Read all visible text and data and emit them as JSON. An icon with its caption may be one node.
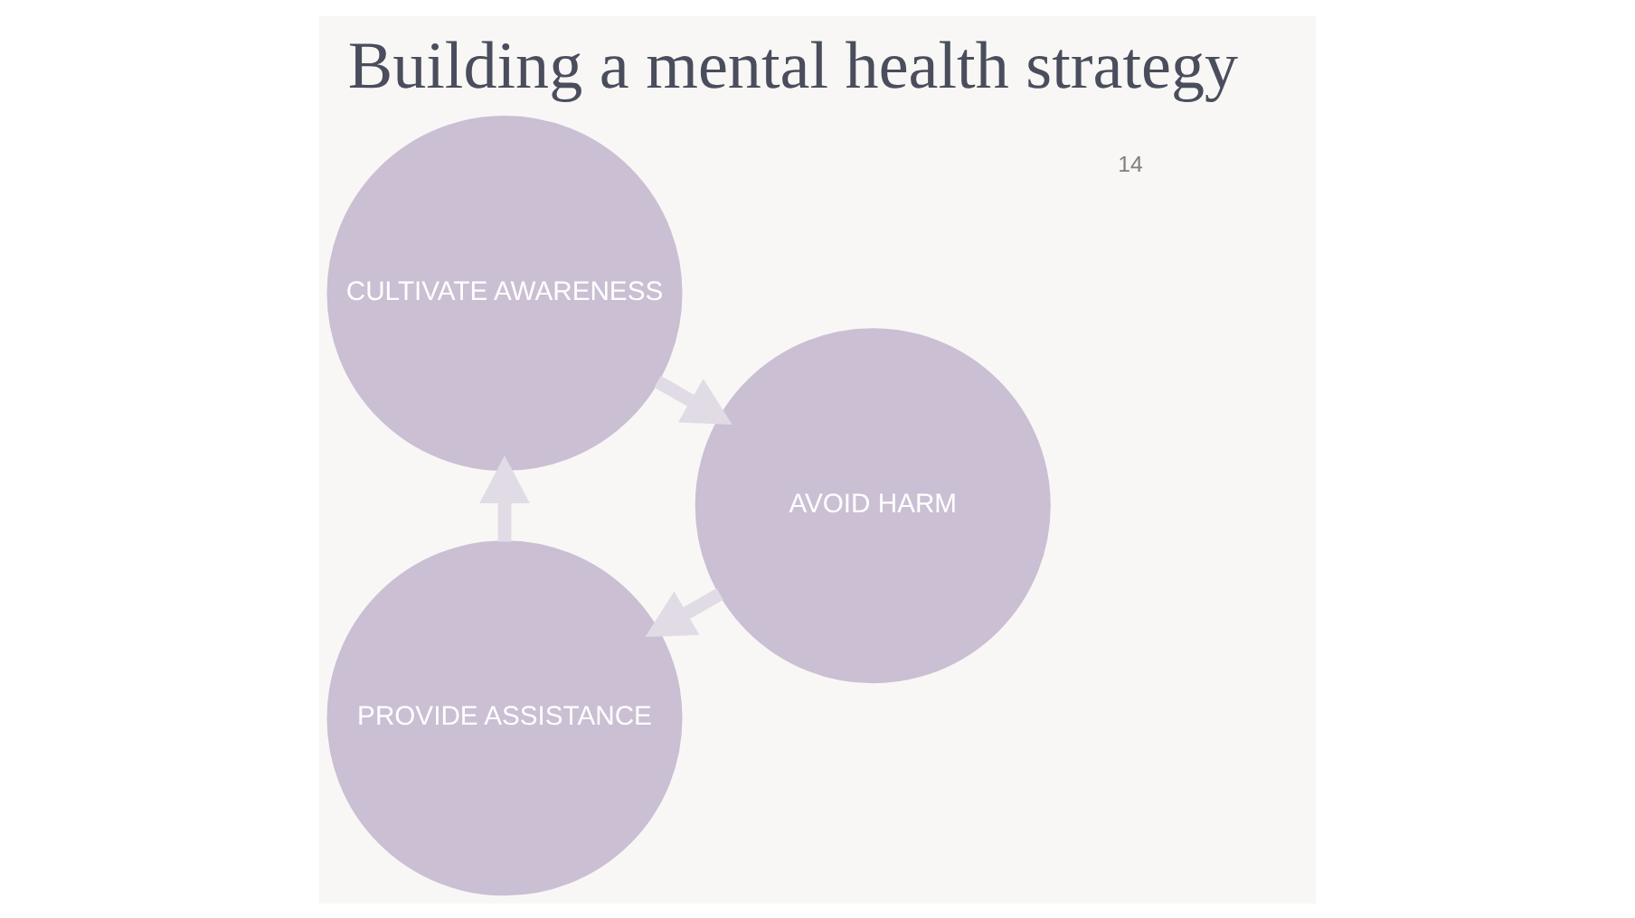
{
  "diagram": {
    "title": "Building a mental health strategy",
    "nodes": [
      {
        "text": [
          "PROVIDE ASSISTANCE"
        ]
      },
      {
        "text": [
          "CULTIVATE AWARENESS"
        ]
      },
      {
        "text": [
          "AVOID HARM"
        ]
      }
    ],
    "edges": [
      {
        "from": 0,
        "to": 1,
        "arrow": "to"
      },
      {
        "from": 1,
        "to": 2,
        "arrow": "to"
      },
      {
        "from": 2,
        "to": 0,
        "arrow": "to"
      }
    ],
    "labels": [
      "14"
    ]
  }
}
